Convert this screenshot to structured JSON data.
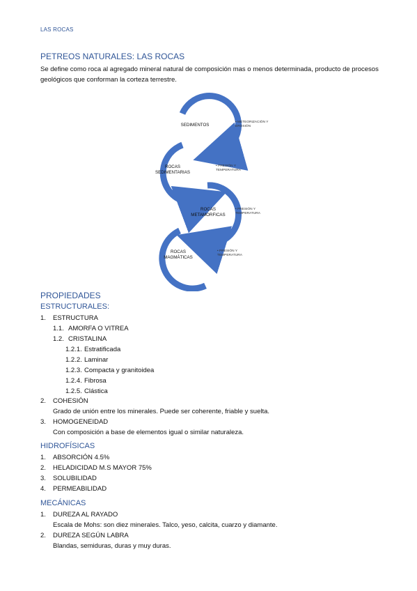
{
  "header": "LAS ROCAS",
  "section_title": "PETREOS NATURALES: LAS ROCAS",
  "intro": "Se define como roca al agregado mineral natural de composición mas o menos determinada, producto de procesos geológicos que conforman la corteza terrestre.",
  "diagram": {
    "colors": {
      "arc": "#4472c4"
    },
    "nodes": [
      {
        "label": "SEDIMENTOS",
        "note": "• METEORIZACIÓN Y EROSIÓN"
      },
      {
        "label": "ROCAS SEDIMENTARIAS",
        "note": "• PRESIÓN Y TEMPERATURA"
      },
      {
        "label": "ROCAS METAMORFICAS",
        "note": "• PRESIÓN Y TEMPERATURA"
      },
      {
        "label": "ROCAS MAGMÁTICAS",
        "note": "• PRESIÓN Y TEMPERATURA"
      }
    ]
  },
  "propiedades": {
    "title": "PROPIEDADES",
    "estructurales": {
      "title": "ESTRUCTURALES:",
      "items": [
        {
          "num": "1.",
          "label": "ESTRUCTURA"
        },
        {
          "num": "1.1.",
          "label": "AMORFA O VITREA"
        },
        {
          "num": "1.2.",
          "label": "CRISTALINA"
        },
        {
          "num": "1.2.1.",
          "label": "Estratificada"
        },
        {
          "num": "1.2.2.",
          "label": "Laminar"
        },
        {
          "num": "1.2.3.",
          "label": "Compacta y granitoidea"
        },
        {
          "num": "1.2.4.",
          "label": "Fibrosa"
        },
        {
          "num": "1.2.5.",
          "label": "Clástica"
        },
        {
          "num": "2.",
          "label": "COHESIÓN"
        },
        {
          "num": "",
          "label": "Grado de unión entre los minerales. Puede ser coherente, friable y suelta."
        },
        {
          "num": "3.",
          "label": "HOMOGENEIDAD"
        },
        {
          "num": "",
          "label": "Con composición a base de elementos igual o similar naturaleza."
        }
      ]
    },
    "hidrofisicas": {
      "title": "HIDROFÍSICAS",
      "items": [
        {
          "num": "1.",
          "label": "ABSORCIÓN 4.5%"
        },
        {
          "num": "2.",
          "label": "HELADICIDAD M.S MAYOR 75%"
        },
        {
          "num": "3.",
          "label": "SOLUBILIDAD"
        },
        {
          "num": "4.",
          "label": "PERMEABILIDAD"
        }
      ]
    },
    "mecanicas": {
      "title": "MECÁNICAS",
      "items": [
        {
          "num": "1.",
          "label": "DUREZA AL RAYADO"
        },
        {
          "num": "",
          "label": "Escala de Mohs: son diez minerales. Talco, yeso, calcita, cuarzo y diamante."
        },
        {
          "num": "2.",
          "label": "DUREZA SEGÚN LABRA"
        },
        {
          "num": "",
          "label": "Blandas, semiduras, duras y muy duras."
        }
      ]
    }
  }
}
